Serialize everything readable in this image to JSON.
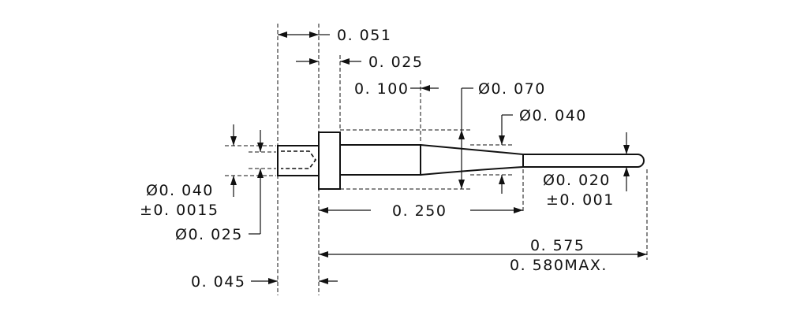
{
  "dimensions": {
    "flange_thickness": "0. 051",
    "collar_length": "0. 025",
    "taper_start": "0. 100",
    "body_diameter": "Ø0. 070",
    "tip_diameter": "Ø0. 040",
    "bore_diameter": "Ø0. 040",
    "bore_tolerance": "±0. 0015",
    "bore_inner_diameter": "Ø0. 025",
    "shank_length": "0. 250",
    "pin_diameter": "Ø0. 020",
    "pin_tolerance": "±0. 001",
    "overall_length": "0. 575",
    "overall_max": "0. 580MAX.",
    "head_offset": "0. 045"
  }
}
